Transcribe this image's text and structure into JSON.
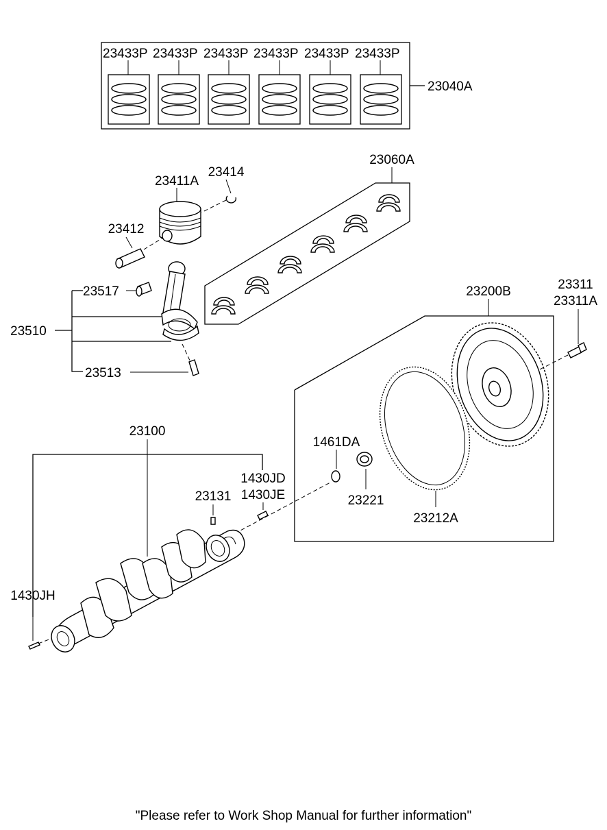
{
  "diagram": {
    "part_labels": {
      "piston_ring": "23433P",
      "piston_ring_set": "23040A",
      "main_bearing_set": "23060A",
      "piston": "23411A",
      "snap_ring": "23414",
      "piston_pin": "23412",
      "small_end_bushing": "23517",
      "connecting_rod_assy": "23510",
      "rod_bolt": "23513",
      "flywheel_assy": "23200B",
      "flywheel_bolt": "23311",
      "flywheel_bolt_alt": "23311A",
      "crankshaft": "23100",
      "front_pin_1": "1430JD",
      "front_pin_2": "1430JE",
      "crank_key": "23131",
      "rear_pin": "1430JH",
      "o_ring": "1461DA",
      "pilot_bearing": "23221",
      "ring_gear": "23212A"
    }
  },
  "footer": {
    "note": "\"Please refer to Work Shop Manual for further information\""
  }
}
